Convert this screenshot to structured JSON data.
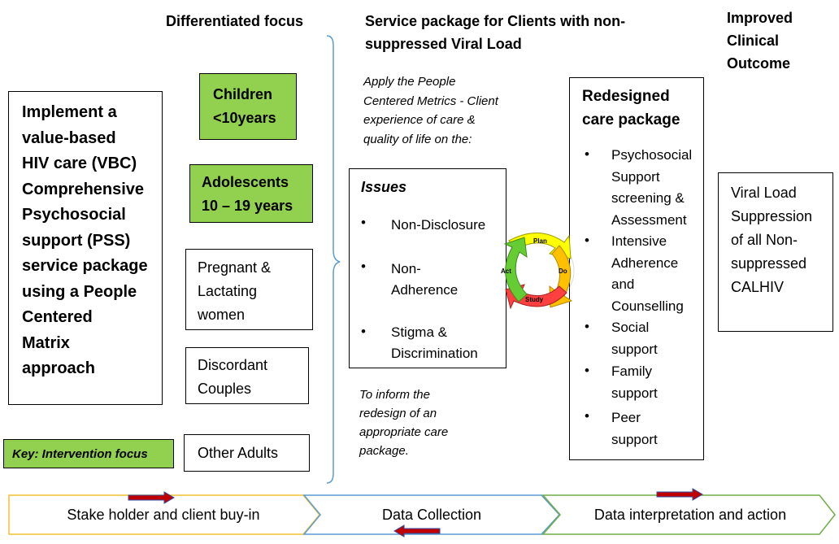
{
  "headers": {
    "differentiated_focus": "Differentiated focus",
    "service_package": [
      "Service package for Clients with non-",
      "suppressed Viral Load"
    ],
    "improved_outcome": [
      "Improved",
      "Clinical",
      "Outcome"
    ]
  },
  "main_box": [
    "Implement a",
    "value-based",
    "HIV care (VBC)",
    "Comprehensive",
    "Psychosocial",
    "support (PSS)",
    "service package",
    "using a People",
    "Centered",
    "Matrix",
    "approach"
  ],
  "focus_groups": {
    "children": [
      "Children",
      "<10years"
    ],
    "adolescents": [
      "Adolescents",
      "10 – 19 years"
    ],
    "pregnant": [
      "Pregnant &",
      "Lactating",
      "women"
    ],
    "discordant": [
      "Discordant",
      "Couples"
    ],
    "other_adults": "Other Adults"
  },
  "key_label": "Key: Intervention focus",
  "apply_text": [
    "Apply the People",
    "Centered Metrics - Client",
    "experience of care &",
    "quality of life on the:"
  ],
  "issues": {
    "title": "Issues",
    "items": [
      [
        "Non-Disclosure"
      ],
      [
        "Non-",
        "Adherence"
      ],
      [
        "Stigma &",
        "Discrimination"
      ]
    ]
  },
  "cycle": {
    "plan": "Plan",
    "do": "Do",
    "study": "Study",
    "act": "Act"
  },
  "inform_text": [
    "To inform the",
    "redesign of an",
    "appropriate care",
    "package."
  ],
  "redesigned": {
    "title": [
      "Redesigned",
      "care package"
    ],
    "items": [
      [
        "Psychosocial",
        "Support",
        "screening &",
        "Assessment"
      ],
      [
        "Intensive",
        "Adherence",
        "and",
        "Counselling"
      ],
      [
        "Social",
        "support"
      ],
      [
        "Family",
        "support"
      ],
      [
        "Peer",
        "support"
      ]
    ]
  },
  "viral_load": [
    "Viral Load",
    "Suppression",
    "of all Non-",
    "suppressed",
    "CALHIV"
  ],
  "process": {
    "step1": "Stake holder and client buy-in",
    "step2": "Data Collection",
    "step3": "Data interpretation and action"
  },
  "colors": {
    "green": "#92d050",
    "step1_border": "#f2c12e",
    "step2_border": "#5b9bd5",
    "step3_border": "#70ad47",
    "red_arrow": "#c00000",
    "blue_arrow": "#2e4fa3",
    "brace": "#5b9bd5",
    "cycle_plan": "#ffff00",
    "cycle_do": "#ffc000",
    "cycle_study": "#ff4040",
    "cycle_act": "#66cc33"
  }
}
